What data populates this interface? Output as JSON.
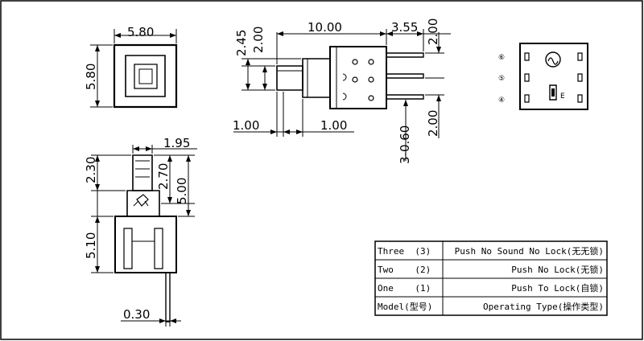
{
  "front_view": {
    "width_label": "5.80",
    "height_label": "5.80"
  },
  "side_view": {
    "body_length_label": "10.00",
    "pin_length_label": "3.55",
    "height_a_label": "2.45",
    "height_b_label": "2.00",
    "right_top_label": "2.00",
    "right_bottom_label": "2.00",
    "bottom_left_label": "1.00",
    "bottom_mid_label": "1.00",
    "pin_spec_label": "3-0.60"
  },
  "pin_view": {
    "pins": [
      {
        "number": "⑥"
      },
      {
        "number": "⑤"
      },
      {
        "number": "④"
      }
    ],
    "marker_label": "E"
  },
  "elevation_view": {
    "cap_width_label": "1.95",
    "cap_height_label": "2.30",
    "travel_label": "2.70",
    "upper_height_label": "5.00",
    "body_height_label": "5.10",
    "pin_thickness_label": "0.30"
  },
  "spec_table": {
    "rows": [
      {
        "model": "Three  (3)",
        "type": "Push No Sound No Lock(无无锁)"
      },
      {
        "model": "Two    (2)",
        "type": "Push No Lock(无锁)"
      },
      {
        "model": "One    (1)",
        "type": "Push To Lock(自锁)"
      },
      {
        "model": "Model(型号)",
        "type": "Operating Type(操作类型)"
      }
    ]
  }
}
